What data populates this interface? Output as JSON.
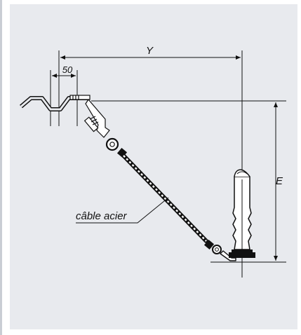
{
  "labels": {
    "dim_y": "Y",
    "dim_50": "50",
    "dim_e": "E",
    "cable": "câble acier"
  },
  "colors": {
    "panel": "#e8eaee",
    "line": "#111111",
    "white": "#ffffff"
  }
}
